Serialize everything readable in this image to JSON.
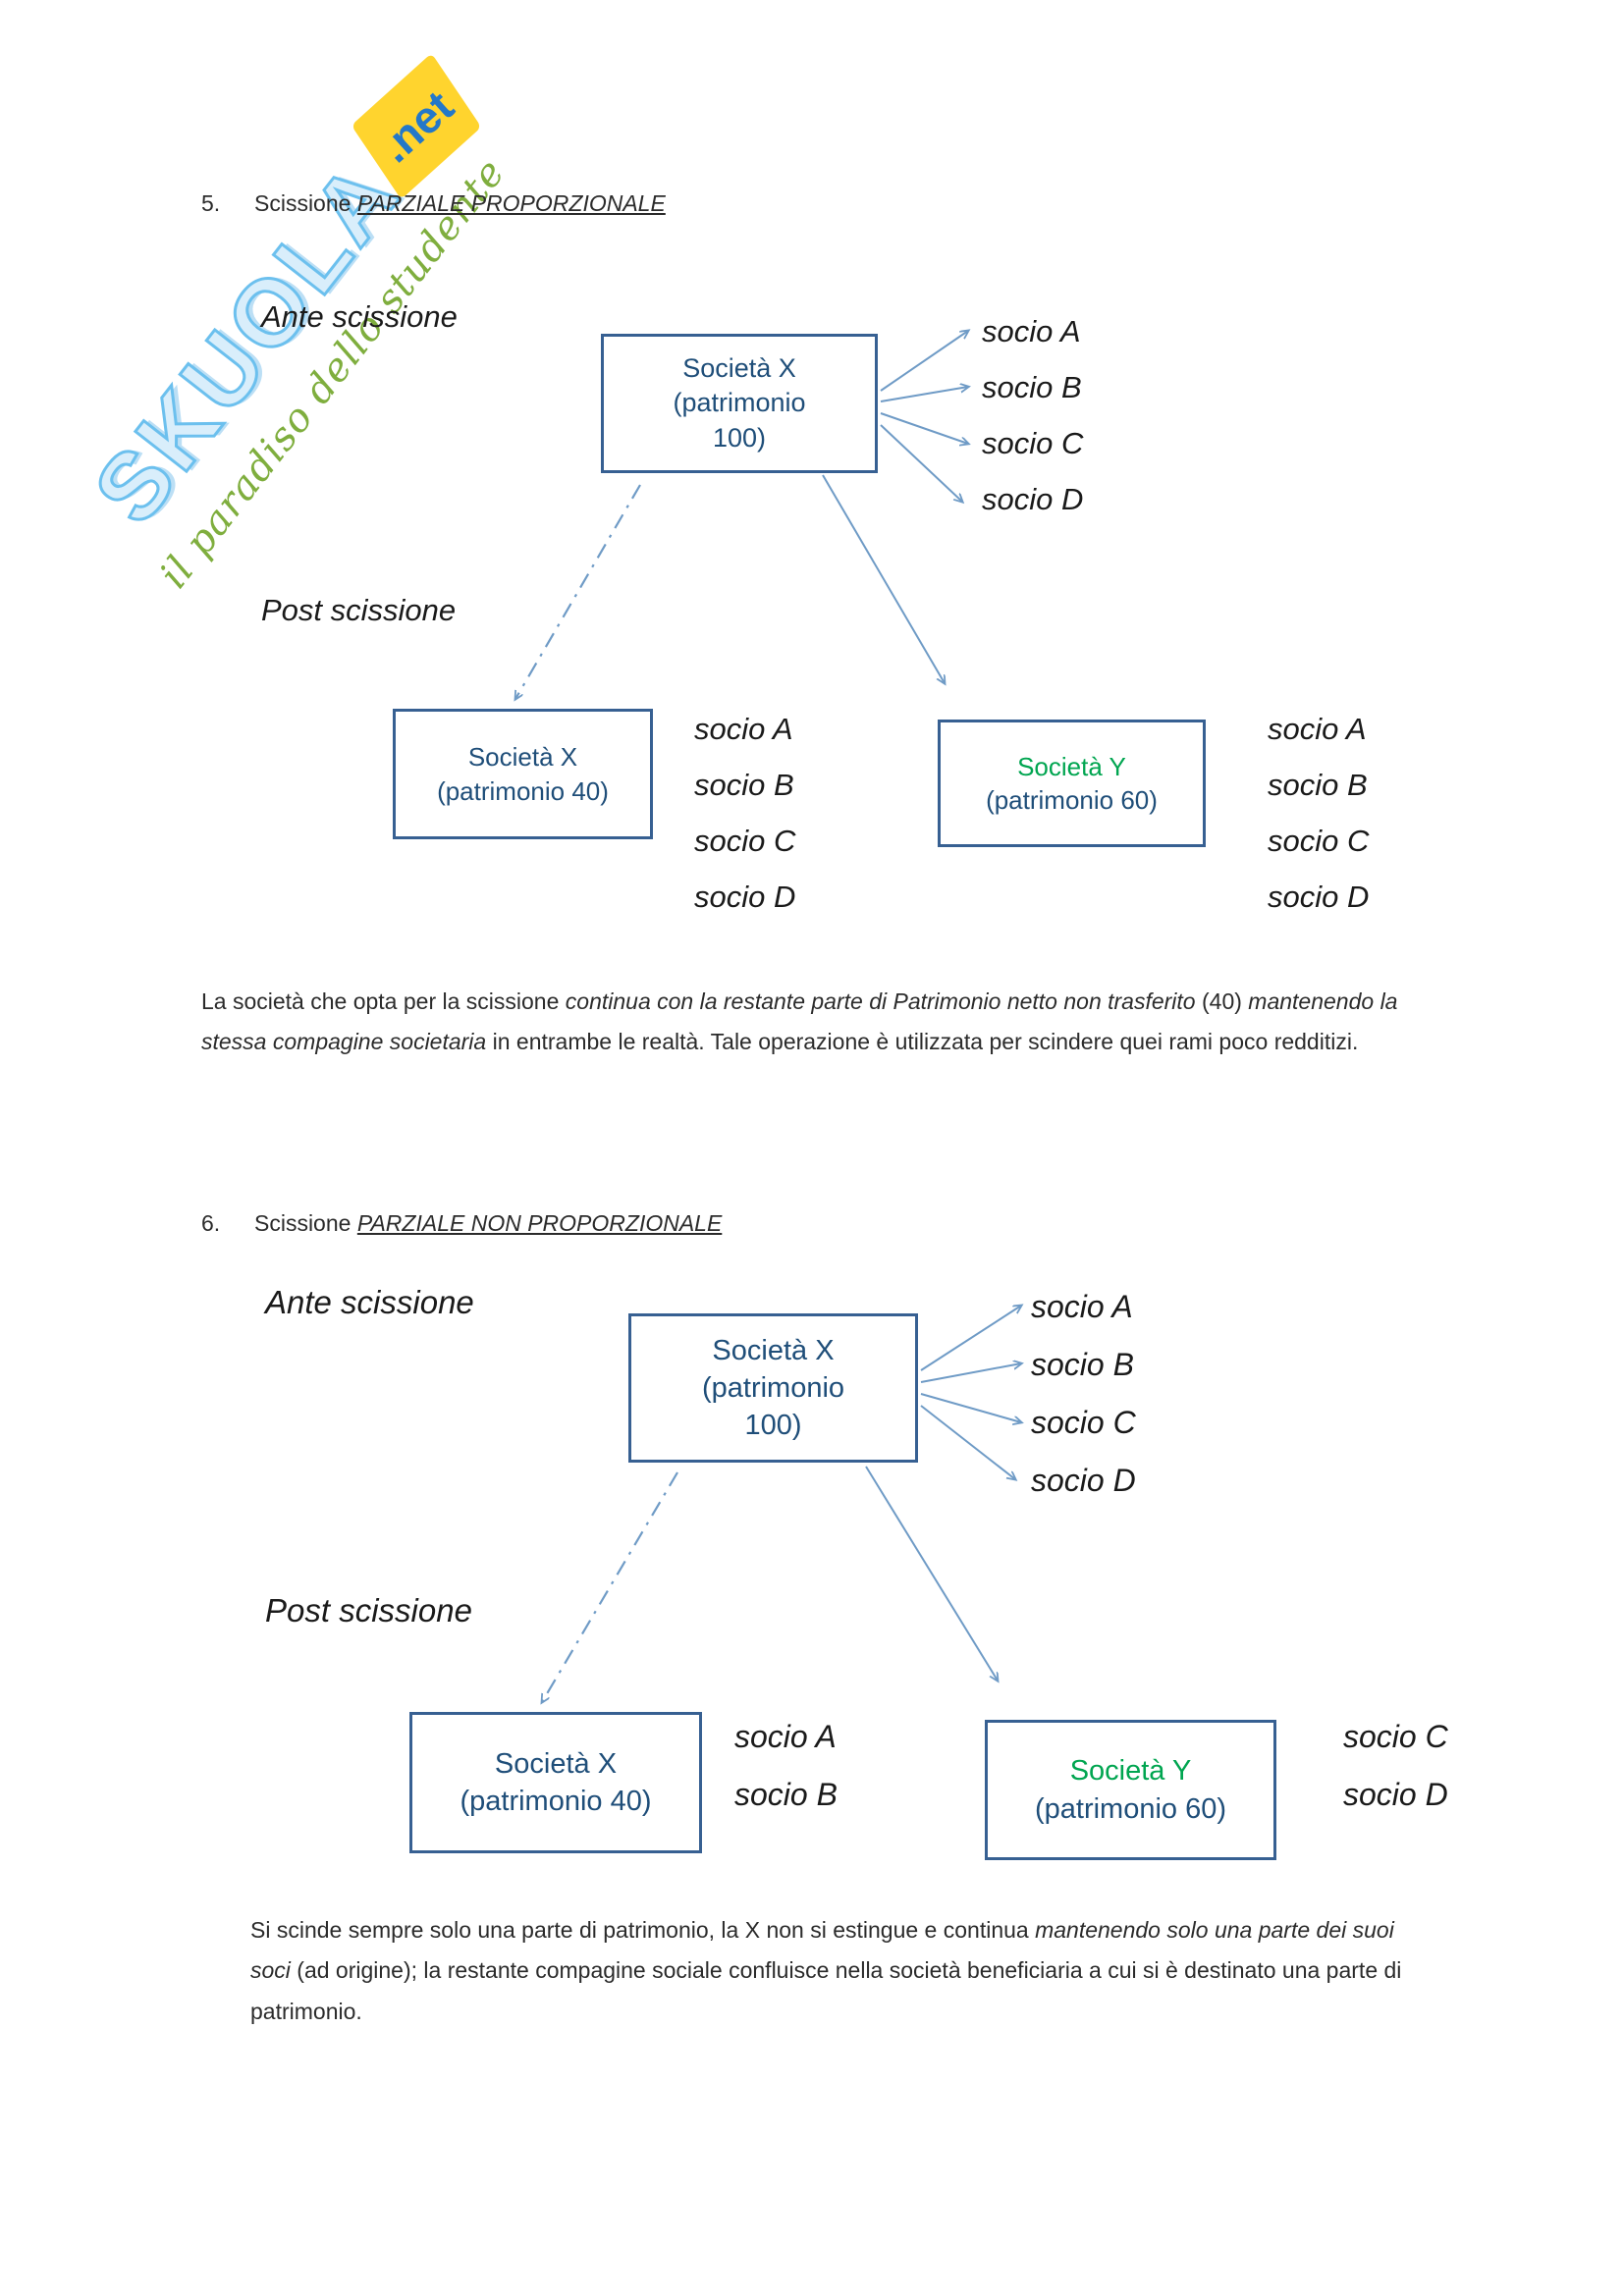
{
  "colors": {
    "box_border": "#376092",
    "box_text": "#1F4E79",
    "green_text": "#00A550",
    "arrow": "#6F9BC6",
    "body_text": "#2B2B2B",
    "label_text": "#1A1A1A",
    "watermark_blue": "#6CC0EE",
    "watermark_yellow": "#FFD42E",
    "watermark_green": "#7FAE3E"
  },
  "watermark": {
    "brand": "SKUOLA",
    "net": ".net",
    "tagline": "il paradiso dello studente"
  },
  "section5": {
    "heading": {
      "number": "5.",
      "plain": "Scissione ",
      "emph": "PARZIALE PROPORZIONALE"
    },
    "ante_label": "Ante scissione",
    "post_label": "Post scissione",
    "box_ante": {
      "l1": "Società X",
      "l2": "(patrimonio",
      "l3": "100)"
    },
    "soci_ante": [
      "socio A",
      "socio B",
      "socio C",
      "socio D"
    ],
    "box_post_x": {
      "l1": "Società X",
      "l2": "(patrimonio 40)"
    },
    "soci_post_x": [
      "socio A",
      "socio B",
      "socio C",
      "socio D"
    ],
    "box_post_y": {
      "l1": "Società Y",
      "l2": "(patrimonio 60)"
    },
    "soci_post_y": [
      "socio A",
      "socio B",
      "socio C",
      "socio D"
    ],
    "paragraph": [
      {
        "t": "La società che opta per la scissione ",
        "i": false
      },
      {
        "t": "continua con la restante parte di Patrimonio netto non trasferito",
        "i": true
      },
      {
        "t": " (40) ",
        "i": false
      },
      {
        "t": "mantenendo la stessa  compagine societaria",
        "i": true
      },
      {
        "t": " in entrambe le realtà. Tale operazione è utilizzata per scindere quei rami poco redditizi.",
        "i": false
      }
    ]
  },
  "section6": {
    "heading": {
      "number": "6.",
      "plain": "Scissione ",
      "emph": "PARZIALE NON PROPORZIONALE"
    },
    "ante_label": "Ante scissione",
    "post_label": "Post scissione",
    "box_ante": {
      "l1": "Società X",
      "l2": "(patrimonio",
      "l3": "100)"
    },
    "soci_ante": [
      "socio A",
      "socio B",
      "socio C",
      "socio D"
    ],
    "box_post_x": {
      "l1": "Società X",
      "l2": "(patrimonio 40)"
    },
    "soci_post_x": [
      "socio A",
      "socio B"
    ],
    "box_post_y": {
      "l1": "Società Y",
      "l2": "(patrimonio 60)"
    },
    "soci_post_y": [
      "socio C",
      "socio D"
    ],
    "paragraph": [
      {
        "t": "Si scinde sempre solo una parte di patrimonio, la X non si estingue e continua  ",
        "i": false
      },
      {
        "t": "mantenendo solo una parte dei suoi soci",
        "i": true
      },
      {
        "t": " (ad origine); la restante compagine sociale confluisce nella società beneficiaria a cui si è destinato una parte di patrimonio.",
        "i": false
      }
    ]
  }
}
